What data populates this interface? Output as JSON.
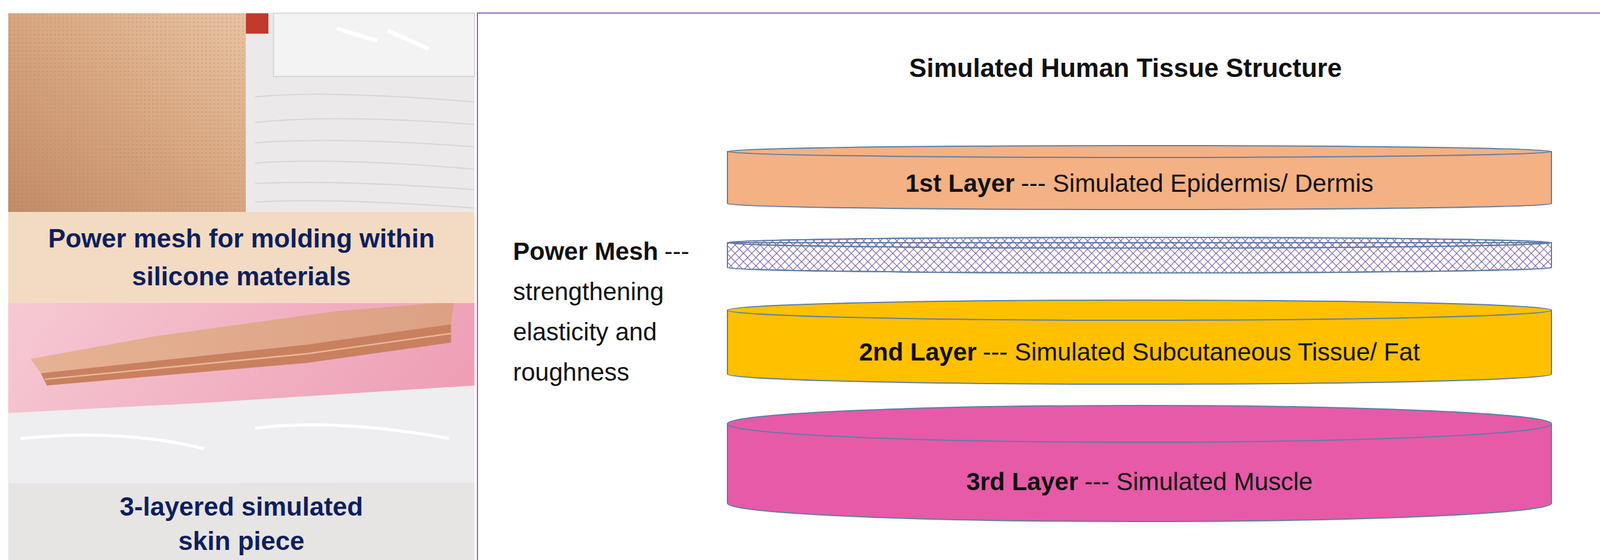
{
  "diagram": {
    "title": "Simulated Human Tissue Structure",
    "nodes": [
      {
        "text": [
          "Power mesh for molding within silicone materials"
        ]
      },
      {
        "text": [
          "3-layered simulated skin piece"
        ]
      },
      {
        "text": [
          "1st Layer",
          "--- Simulated Epidermis/ Dermis"
        ]
      },
      {
        "text": [
          "Power Mesh",
          "--- strengthening elasticity and roughness"
        ]
      },
      {
        "text": [
          "2nd Layer",
          "--- Simulated Subcutaneous Tissue/ Fat"
        ]
      },
      {
        "text": [
          "3rd Layer",
          "--- Simulated Muscle"
        ]
      }
    ]
  }
}
